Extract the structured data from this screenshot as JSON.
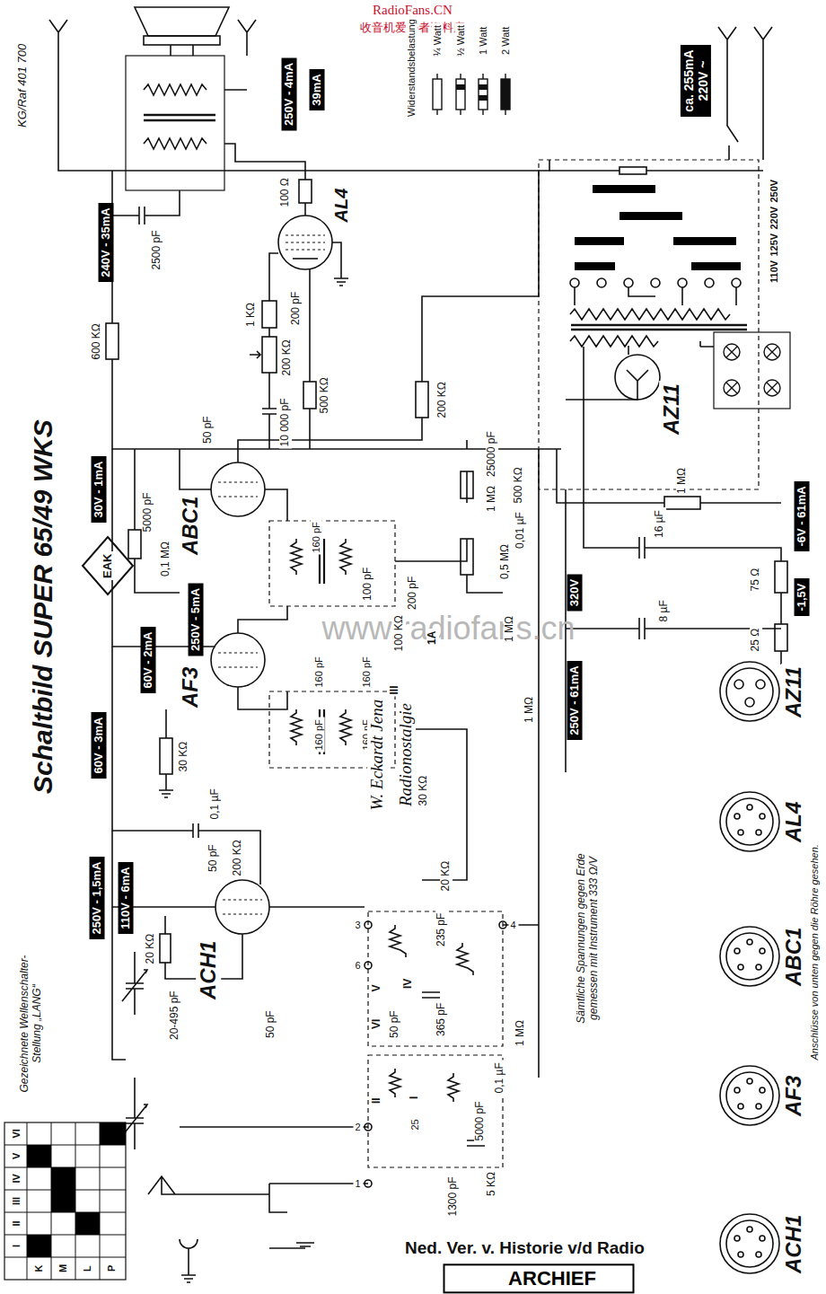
{
  "diagram": {
    "title": "Schaltbild SUPER 65/49 WKS",
    "nodes": [
      {
        "text": [
          "ca. 255mA",
          "220V ~"
        ]
      },
      {
        "text": [
          "240V - 35mA"
        ]
      },
      {
        "text": [
          "250V - 4mA"
        ]
      },
      {
        "text": [
          "39mA"
        ]
      },
      {
        "text": [
          "30V - 1mA"
        ]
      },
      {
        "text": [
          "250V - 5mA"
        ]
      },
      {
        "text": [
          "60V - 2mA"
        ]
      },
      {
        "text": [
          "60V - 3mA"
        ]
      },
      {
        "text": [
          "250V - 1,5mA"
        ]
      },
      {
        "text": [
          "110V - 6mA"
        ]
      },
      {
        "text": [
          "320V"
        ]
      },
      {
        "text": [
          "250V - 61mA"
        ]
      },
      {
        "text": [
          "-6V - 61mA"
        ]
      },
      {
        "text": [
          "-1,5V"
        ]
      },
      {
        "text": [
          "ARCHIEF"
        ]
      }
    ],
    "labels": [
      "RadioFans.CN",
      "收音机爱好者资料库",
      "KG/Raf 401 700",
      "Widerstandsbelastung",
      "EAK",
      "AL4",
      "ABC1",
      "AF3",
      "ACH1",
      "AZ11",
      "AZ11",
      "AL4",
      "ABC1",
      "AF3",
      "ACH1",
      "250V",
      "220V",
      "125V",
      "110V",
      "2500 pF",
      "100 Ω",
      "1 KΩ",
      "200 pF",
      "200 KΩ",
      "10 000 pF",
      "500 KΩ",
      "600 KΩ",
      "200 KΩ",
      "25000 pF",
      "1 MΩ",
      "500 KΩ",
      "0,01 µF",
      "0,5 MΩ",
      "50 pF",
      "5000 pF",
      "0,1 MΩ",
      "160 pF",
      "160 pF",
      "160 pF",
      "160 pF",
      "160 pF",
      "100 pF",
      "200 pF",
      "100 KΩ",
      "1A",
      "III",
      "1 MΩ",
      "1 MΩ",
      "16 µF",
      "8 µF",
      "75 Ω",
      "25 Ω",
      "1 MΩ",
      "30 KΩ",
      "0,1 µF",
      "30 KΩ",
      "20 KΩ",
      "50 pF",
      "200 KΩ",
      "20 KΩ",
      "20-495 pF",
      "50 pF",
      "235 pF",
      "50 pF",
      "365 pF",
      "V",
      "VI",
      "IV",
      "1 MΩ",
      "0,1 µF",
      "5000 pF",
      "5 KΩ",
      "1300 pF",
      "II",
      "I",
      "25",
      "Gezeichnete Wellenschalter-Stellung „LANG“",
      "Sämtliche Spannungen gegen Erde gemessen mit Instrument 333 Ω/V",
      "Anschlüsse von unten gegen die Röhre gesehen.",
      "W. Eckardt Jena",
      "Radionostalgie",
      "www.radiofans.cn",
      "Ned. Ver. v. Historie v/d Radio",
      "I",
      "II",
      "III",
      "IV",
      "V",
      "VI",
      "K",
      "M",
      "L",
      "P",
      "1",
      "2",
      "3",
      "4",
      "6"
    ],
    "legend": [
      {
        "text": "¼ Watt"
      },
      {
        "text": "½ Watt"
      },
      {
        "text": "1 Watt"
      },
      {
        "text": "2 Watt"
      }
    ]
  }
}
